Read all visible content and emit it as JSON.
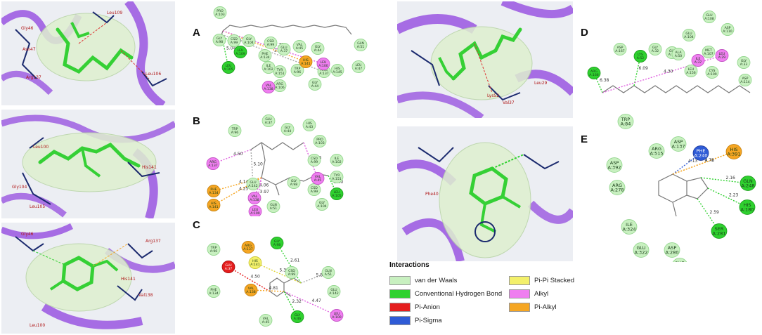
{
  "panel_labels": [
    "A",
    "B",
    "C",
    "D",
    "E"
  ],
  "legend": {
    "title": "Interactions",
    "items": [
      {
        "label": "van der Waals",
        "color": "#c8f0c0"
      },
      {
        "label": "Conventional Hydrogen Bond",
        "color": "#2fd12f"
      },
      {
        "label": "Pi-Anion",
        "color": "#e51d1d"
      },
      {
        "label": "Pi-Sigma",
        "color": "#2f5bd6"
      },
      {
        "label": "Pi-Pi Stacked",
        "color": "#f3f06a"
      },
      {
        "label": "Alkyl",
        "color": "#ef7ef0"
      },
      {
        "label": "Pi-Alkyl",
        "color": "#f5a623"
      }
    ]
  },
  "structure_labels": {
    "a": [
      "Leu109",
      "Gly46",
      "Asn47",
      "Arg137",
      "Leu106"
    ],
    "b": [
      "Leu100",
      "Gly104",
      "Leu105",
      "His141"
    ],
    "c": [
      "Gly46",
      "Arg137",
      "Leu100",
      "His141",
      "Val138"
    ],
    "d": [
      "Val37",
      "Leu29",
      "Lys52"
    ],
    "e": [
      "Phe40"
    ]
  },
  "diagrams": {
    "A": {
      "residues": [
        {
          "t": "PRO\nA:103",
          "type": "vdw"
        },
        {
          "t": "GLY\nA:98",
          "type": "vdw"
        },
        {
          "t": "CSD\nA:99",
          "type": "vdw"
        },
        {
          "t": "GLY\nA:104",
          "type": "vdw"
        },
        {
          "t": "CSD\nA:99",
          "type": "vdw"
        },
        {
          "t": "PHE\nA:134",
          "type": "vdw"
        },
        {
          "t": "GLU\nA:37",
          "type": "vdw"
        },
        {
          "t": "VAL\nA:45",
          "type": "vdw"
        },
        {
          "t": "GLY\nA:44",
          "type": "vdw"
        },
        {
          "t": "ARG\nA:106",
          "type": "vdw"
        },
        {
          "t": "GLN\nA:51",
          "type": "vdw"
        },
        {
          "t": "LEU\nA:47",
          "type": "vdw"
        },
        {
          "t": "HIS\nA:145",
          "type": "vdw"
        },
        {
          "t": "TYR\nA:151",
          "type": "vdw"
        },
        {
          "t": "TRP\nA:96",
          "type": "vdw"
        },
        {
          "t": "ILE\nA:102",
          "type": "vdw"
        },
        {
          "t": "ARG\nA:137",
          "type": "vdw"
        },
        {
          "t": "GLY\nA:44",
          "type": "vdw"
        },
        {
          "t": "LEU\nA:109",
          "type": "hbond"
        },
        {
          "t": "LEU\nA:105",
          "type": "hbond"
        },
        {
          "t": "HIS\nA:141",
          "type": "pialkyl"
        },
        {
          "t": "LEU\nA:100",
          "type": "alkyl"
        },
        {
          "t": "VAL\nA:138",
          "type": "alkyl"
        }
      ],
      "distances": [
        "2.26",
        "5.04",
        "2.07",
        "5.06",
        "4.71"
      ]
    },
    "B": {
      "residues": [
        {
          "t": "GLU\nA:37",
          "type": "vdw"
        },
        {
          "t": "GLY\nA:44",
          "type": "vdw"
        },
        {
          "t": "HIS\nA:43",
          "type": "vdw"
        },
        {
          "t": "PRO\nA:103",
          "type": "vdw"
        },
        {
          "t": "CSD\nA:99",
          "type": "vdw"
        },
        {
          "t": "ILE\nA:102",
          "type": "vdw"
        },
        {
          "t": "TYR\nA:151",
          "type": "vdw"
        },
        {
          "t": "GLY\nA:98",
          "type": "vdw"
        },
        {
          "t": "CSD\nA:99",
          "type": "vdw"
        },
        {
          "t": "GLY\nA:104",
          "type": "vdw"
        },
        {
          "t": "GLN\nA:51",
          "type": "vdw"
        },
        {
          "t": "GLU\nA:142",
          "type": "vdw"
        },
        {
          "t": "TRP\nA:96",
          "type": "vdw"
        },
        {
          "t": "VAL\nA:45",
          "type": "alkyl"
        },
        {
          "t": "ARG\nA:137",
          "type": "alkyl"
        },
        {
          "t": "VAL\nA:138",
          "type": "alkyl"
        },
        {
          "t": "LEU\nA:100",
          "type": "alkyl"
        },
        {
          "t": "PHE\nA:134",
          "type": "pialkyl"
        },
        {
          "t": "HIS\nA:141",
          "type": "pialkyl"
        },
        {
          "t": "LEU\nA:105",
          "type": "hbond"
        }
      ],
      "distances": [
        "4.50",
        "4.06",
        "5.10",
        "4.06",
        "3.97",
        "4.14",
        "4.25",
        "2.40"
      ]
    },
    "C": {
      "residues": [
        {
          "t": "TRP\nA:96",
          "type": "vdw"
        },
        {
          "t": "ARG\nA:137",
          "type": "pialkyl"
        },
        {
          "t": "GLY\nA:98",
          "type": "hbond"
        },
        {
          "t": "CSD\nA:99",
          "type": "vdw"
        },
        {
          "t": "GLN\nA:51",
          "type": "vdw"
        },
        {
          "t": "GLU\nA:37",
          "type": "pianion"
        },
        {
          "t": "HIS\nA:141",
          "type": "pipi"
        },
        {
          "t": "PHE\nA:134",
          "type": "vdw"
        },
        {
          "t": "VAL\nA:138",
          "type": "pialkyl"
        },
        {
          "t": "GLU\nA:142",
          "type": "vdw"
        },
        {
          "t": "LEU\nA:100",
          "type": "alkyl"
        },
        {
          "t": "VAL\nA:45",
          "type": "vdw"
        },
        {
          "t": "GLY\nA:46",
          "type": "hbond"
        }
      ],
      "distances": [
        "2.61",
        "5.80",
        "5.31",
        "4.50",
        "4.81",
        "4.47",
        "2.32"
      ]
    },
    "D": {
      "residues": [
        {
          "t": "ASP\nA:167",
          "type": "vdw"
        },
        {
          "t": "LYS\nA:52",
          "type": "hbond"
        },
        {
          "t": "GLY\nA:32",
          "type": "vdw"
        },
        {
          "t": "GLY\nA:35",
          "type": "vdw"
        },
        {
          "t": "ALA\nA:50",
          "type": "vdw"
        },
        {
          "t": "GLU\nA:104",
          "type": "vdw"
        },
        {
          "t": "GLU\nA:108",
          "type": "vdw"
        },
        {
          "t": "MET\nA:107",
          "type": "vdw"
        },
        {
          "t": "ASP\nA:110",
          "type": "vdw"
        },
        {
          "t": "LEU\nA:29",
          "type": "alkyl"
        },
        {
          "t": "GLY\nA:33",
          "type": "vdw"
        },
        {
          "t": "ILE\nA:37",
          "type": "alkyl"
        },
        {
          "t": "LEU\nA:156",
          "type": "vdw"
        },
        {
          "t": "CYS\nA:109",
          "type": "vdw"
        },
        {
          "t": "ARG\nA:166",
          "type": "hbond"
        },
        {
          "t": "ASP\nA:114",
          "type": "vdw"
        }
      ],
      "distances": [
        "6.09",
        "4.30",
        "6.38"
      ]
    },
    "E": {
      "residues": [
        {
          "t": "TRP\nA:84",
          "type": "vdw"
        },
        {
          "t": "ASP\nA:137",
          "type": "vdw"
        },
        {
          "t": "ARG\nA:515",
          "type": "vdw"
        },
        {
          "t": "ASP\nA:392",
          "type": "vdw"
        },
        {
          "t": "PHE\nA:240",
          "type": "pisigma"
        },
        {
          "t": "HIS\nA:391",
          "type": "pialkyl"
        },
        {
          "t": "ARG\nA:278",
          "type": "vdw"
        },
        {
          "t": "GLN\nA:248",
          "type": "hbond"
        },
        {
          "t": "HIS\nA:180",
          "type": "hbond"
        },
        {
          "t": "ILE\nA:324",
          "type": "vdw"
        },
        {
          "t": "GLU\nA:322",
          "type": "vdw"
        },
        {
          "t": "ASP\nA:280",
          "type": "vdw"
        },
        {
          "t": "SER\nA:281",
          "type": "hbond"
        },
        {
          "t": "PHE\nA:244",
          "type": "vdw"
        }
      ],
      "distances": [
        "4.13",
        "3.72",
        "4.76",
        "2.16",
        "2.23",
        "2.59"
      ]
    }
  },
  "colors": {
    "helix": "#9a55e0",
    "surface": "#dff0cf",
    "ligand": "#35d035",
    "residue_stick": "#1b2a6e"
  }
}
